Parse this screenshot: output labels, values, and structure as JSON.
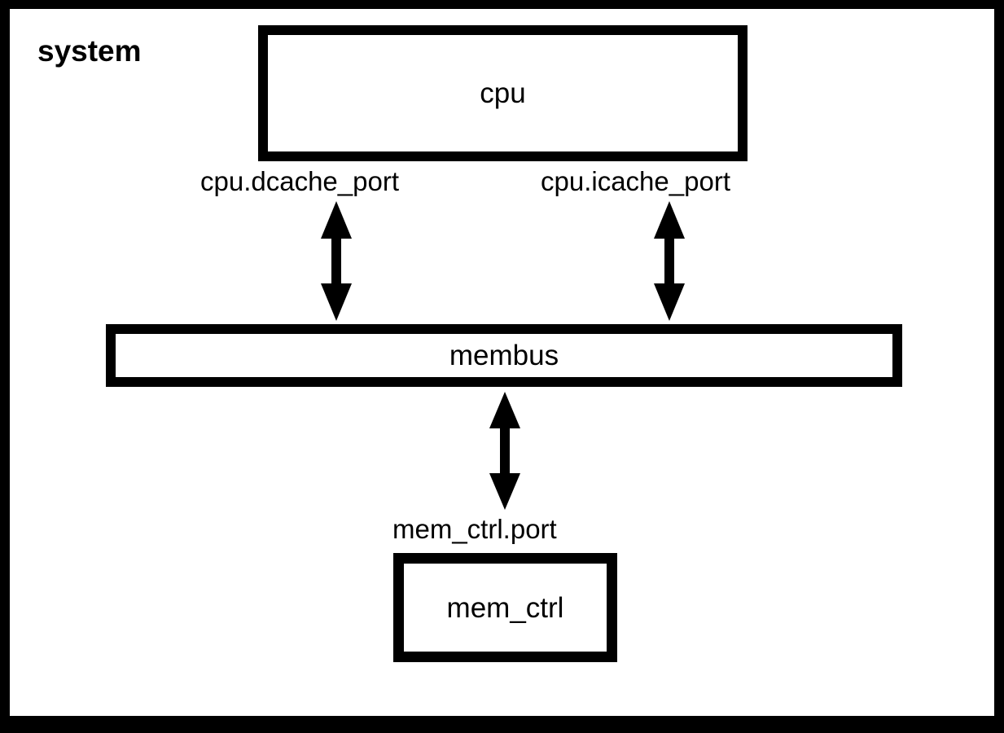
{
  "diagram": {
    "title": "system",
    "frame_color": "#000000",
    "background_color": "#ffffff",
    "nodes": [
      {
        "id": "cpu",
        "label": "cpu"
      },
      {
        "id": "membus",
        "label": "membus"
      },
      {
        "id": "mem_ctrl",
        "label": "mem_ctrl"
      }
    ],
    "port_labels": [
      {
        "id": "dcache_port",
        "label": "cpu.dcache_port"
      },
      {
        "id": "icache_port",
        "label": "cpu.icache_port"
      },
      {
        "id": "mem_ctrl_port",
        "label": "mem_ctrl.port"
      }
    ],
    "connections": [
      {
        "id": "cpu-dcache-to-membus",
        "from": "cpu",
        "to": "membus",
        "port": "cpu.dcache_port",
        "style": "double-arrow"
      },
      {
        "id": "cpu-icache-to-membus",
        "from": "cpu",
        "to": "membus",
        "port": "cpu.icache_port",
        "style": "double-arrow"
      },
      {
        "id": "membus-to-mem-ctrl",
        "from": "membus",
        "to": "mem_ctrl",
        "port": "mem_ctrl.port",
        "style": "double-arrow"
      }
    ]
  }
}
